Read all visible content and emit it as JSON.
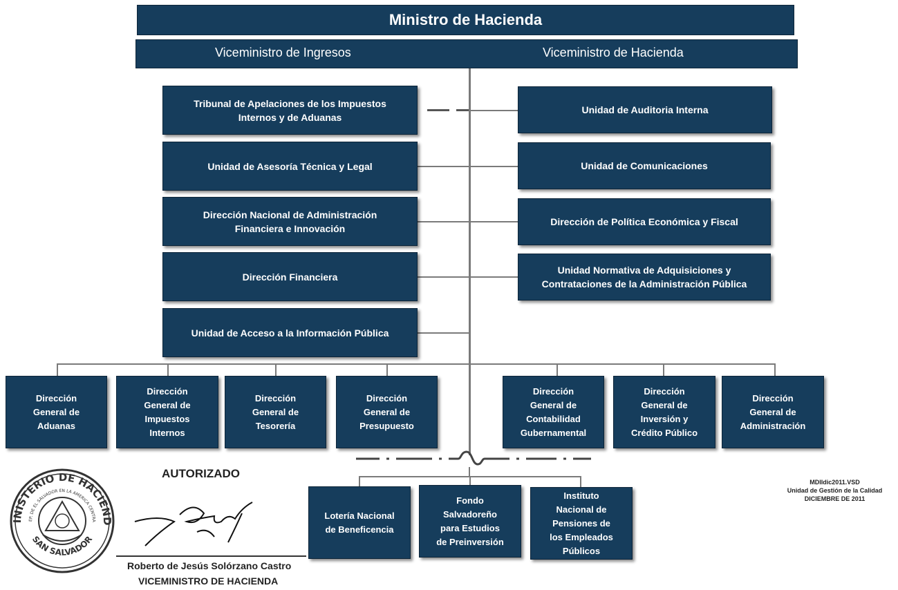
{
  "header": {
    "title": "Ministro de Hacienda",
    "left_vice": "Viceministro de Ingresos",
    "right_vice": "Viceministro de Hacienda"
  },
  "left_units": [
    "Tribunal de Apelaciones de los Impuestos\nInternos y de Aduanas",
    "Unidad de Asesoría Técnica y Legal",
    "Dirección Nacional de Administración\nFinanciera e Innovación",
    "Dirección Financiera",
    "Unidad de Acceso a la Información Pública"
  ],
  "right_units": [
    "Unidad de Auditoria Interna",
    "Unidad de Comunicaciones",
    "Dirección de Política Económica y Fiscal",
    "Unidad Normativa de Adquisiciones y\nContrataciones de la Administración Pública"
  ],
  "directorates": [
    "Dirección\nGeneral de\nAduanas",
    "Dirección\nGeneral de\nImpuestos\nInternos",
    "Dirección\nGeneral de\nTesorería",
    "Dirección\nGeneral de\nPresupuesto",
    "Dirección\nGeneral de\nContabilidad\nGubernamental",
    "Dirección\nGeneral de\nInversión y\nCrédito Público",
    "Dirección\nGeneral de\nAdministración"
  ],
  "affiliates": [
    "Lotería Nacional\nde Beneficencia",
    "Fondo\nSalvadoreño\npara Estudios\nde Preinversión",
    "Instituto\nNacional de\nPensiones de\nlos Empleados\nPúblicos"
  ],
  "footer": {
    "authorized": "AUTORIZADO",
    "signer_name": "Roberto de Jesús Solórzano Castro",
    "signer_title": "VICEMINISTRO DE HACIENDA",
    "seal_text_top": "MINISTERIO DE HACIENDA",
    "seal_text_inner": "REP. DE EL SALVADOR EN LA AMERICA CENTRAL",
    "seal_text_bottom": "SAN SALVADOR",
    "meta_lines": "MDIIdic2011.VSD\nUnidad de Gestión de la Calidad\nDICIEMBRE DE 2011"
  },
  "colors": {
    "box": "#163d5c",
    "line": "#7a7a7a"
  }
}
